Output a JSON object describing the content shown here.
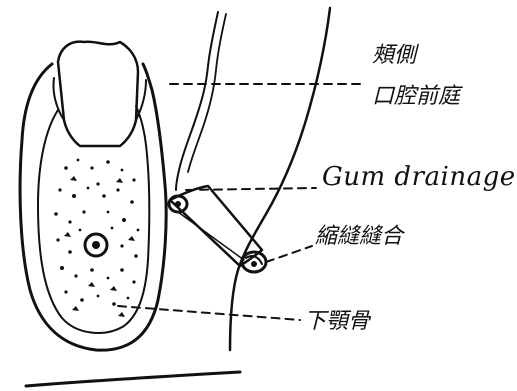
{
  "labels": {
    "vestibule_line1": "頰側",
    "vestibule_line2": "口腔前庭",
    "drain": "Gum drainage",
    "suture": "縮縫縫合",
    "mandible": "下顎骨"
  },
  "colors": {
    "ink": "#111111",
    "background": "#ffffff"
  }
}
